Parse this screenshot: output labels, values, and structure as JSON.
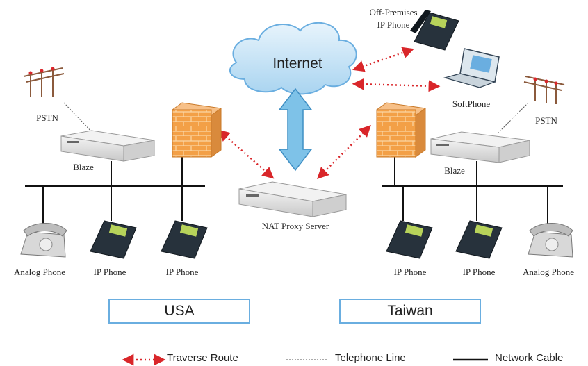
{
  "internet_label": "Internet",
  "labels": {
    "off_premises_phone": "Off-Premises",
    "off_premises_phone_2": "IP Phone",
    "softphone": "SoftPhone",
    "pstn_left": "PSTN",
    "pstn_right": "PSTN",
    "blaze_left": "Blaze",
    "blaze_right": "Blaze",
    "nat_proxy": "NAT Proxy Server",
    "phones_left": [
      "Analog Phone",
      "IP Phone",
      "IP Phone"
    ],
    "phones_right": [
      "IP Phone",
      "IP Phone",
      "Analog Phone"
    ]
  },
  "regions": {
    "left": "USA",
    "right": "Taiwan"
  },
  "legend": {
    "traverse": "Traverse Route",
    "telephone": "Telephone Line",
    "network": "Network Cable"
  },
  "colors": {
    "traverse_route": "#d9262a",
    "firewall": "#f3a047",
    "arrow": "#7ec2e8",
    "region_border": "#6aaee0"
  }
}
